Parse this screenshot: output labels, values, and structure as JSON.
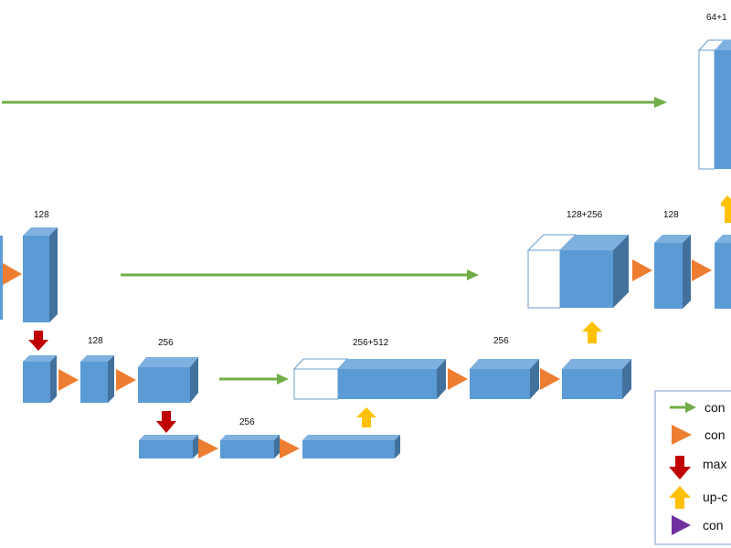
{
  "colors": {
    "block_front": "#5b9bd5",
    "block_top": "#7fb1e0",
    "block_side": "#41719c",
    "block_edge": "#6a9ccc",
    "skip_arrow": "#70ad47",
    "conv_arrow": "#ed7d31",
    "pool_arrow": "#c00000",
    "upconv_arrow": "#ffc000",
    "final_arrow": "#7030a0"
  },
  "labels": {
    "top_right": "64+1",
    "enc1": "128",
    "enc2_b": "128",
    "enc2_c": "256",
    "bottleneck": "256",
    "dec3": "256+512",
    "dec3_b": "256",
    "dec2": "128+256",
    "dec2_b": "128"
  },
  "legend": {
    "items": [
      {
        "icon": "skip-arrow",
        "text": "con"
      },
      {
        "icon": "conv-arrow",
        "text": "con"
      },
      {
        "icon": "pool-arrow",
        "text": "max"
      },
      {
        "icon": "upconv-arrow",
        "text": "up-c"
      },
      {
        "icon": "final-arrow",
        "text": "con"
      }
    ]
  }
}
